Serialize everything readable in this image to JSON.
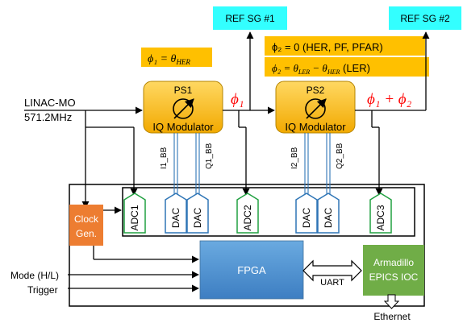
{
  "refs": {
    "sg1": "REF SG #1",
    "sg2": "REF SG #2"
  },
  "phases": {
    "phi1_eq": "ϕ₁ = θ",
    "phi1_sub": "HER",
    "phi2_zero": "ϕ₂ = 0  (HER, PF, PFAR)",
    "phi2_ler_a": "ϕ₂ = θ",
    "phi2_ler_a_sub": "LER",
    "phi2_ler_b": " − θ",
    "phi2_ler_b_sub": "HER",
    "phi2_ler_c": " (LER)",
    "out_ps1": "ϕ₁",
    "out_ps2": "ϕ₁ + ϕ₂"
  },
  "input": {
    "line1": "LINAC-MO",
    "line2": "571.2MHz"
  },
  "ps1": {
    "name": "PS1",
    "label": "IQ Modulator"
  },
  "ps2": {
    "name": "PS2",
    "label": "IQ Modulator"
  },
  "signals": {
    "i1": "I1_BB",
    "q1": "Q1_BB",
    "i2": "I2_BB",
    "q2": "Q2_BB"
  },
  "adcs": [
    "ADC1",
    "ADC2",
    "ADC3"
  ],
  "dacs": [
    "DAC",
    "DAC",
    "DAC",
    "DAC"
  ],
  "clock": {
    "line1": "Clock",
    "line2": "Gen."
  },
  "fpga": "FPGA",
  "uart": "UART",
  "armadillo": {
    "line1": "Armadillo",
    "line2": "EPICS IOC"
  },
  "ethernet": "Ethernet",
  "inputs": {
    "mode": "Mode (H/L)",
    "trigger": "Trigger"
  },
  "colors": {
    "ref_box": "#33ffff",
    "phase_box": "#ffc000",
    "ps_gold": "#ffc21a",
    "clock": "#ed7d31",
    "fpga": "#5b9bd5",
    "armadillo": "#70ad47",
    "adc_border": "#20a040",
    "dac_border": "#2e75b6",
    "red": "#ff0000"
  }
}
